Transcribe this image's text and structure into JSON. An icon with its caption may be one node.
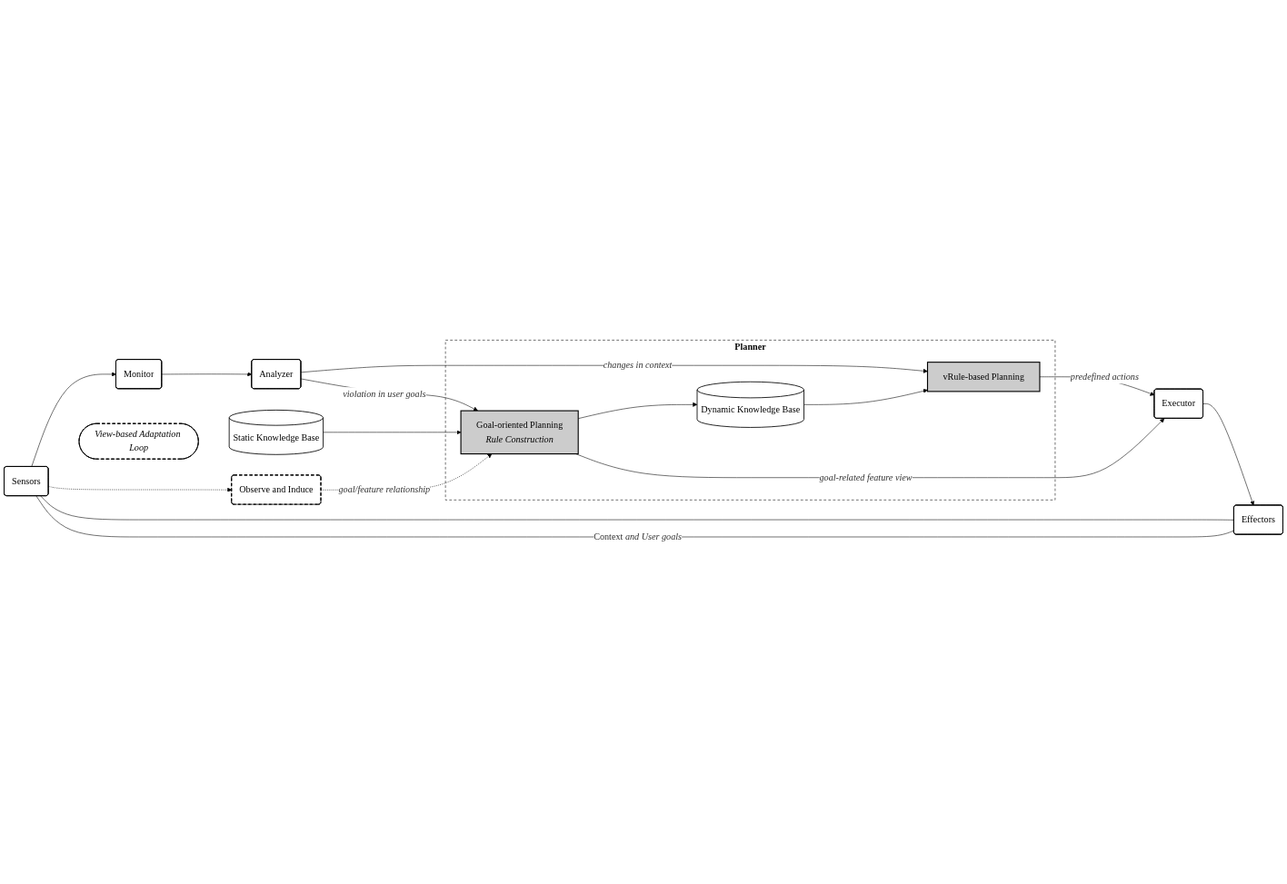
{
  "diagram": {
    "nodes": [
      {
        "text": [
          "Planner"
        ]
      },
      {
        "text": [
          "vRule-based Planning"
        ],
        "in": 0
      },
      {
        "text": [
          "Dynamic Knowledge Base"
        ],
        "in": 0
      },
      {
        "text": [
          "Goal-oriented Planning",
          "Rule Construction"
        ],
        "in": 0
      },
      {
        "text": [
          "Monitor"
        ]
      },
      {
        "text": [
          "Analyzer"
        ]
      },
      {
        "text": [
          "Executor"
        ]
      },
      {
        "text": [
          "Observe and Induce"
        ]
      },
      {
        "text": [
          "Static Knowledge Base"
        ]
      },
      {
        "text": [
          "View-based Adaptation Loop"
        ]
      },
      {
        "text": [
          "Sensors"
        ]
      },
      {
        "text": [
          "Effectors"
        ]
      }
    ],
    "edges": [
      {
        "from": 4,
        "to": 5,
        "arrow": "to"
      },
      {
        "from": 5,
        "to": 1,
        "arrow": "to",
        "label": "changes in context"
      },
      {
        "from": 5,
        "to": 3,
        "arrow": "to",
        "label": "violation in user goals"
      },
      {
        "from": 3,
        "to": 2,
        "arrow": "to"
      },
      {
        "from": 2,
        "to": 1,
        "arrow": "to"
      },
      {
        "from": 1,
        "to": 6,
        "arrow": "to",
        "label": "predefined actions"
      },
      {
        "from": 3,
        "to": 6,
        "arrow": "to",
        "label": "goal-related feature view"
      },
      {
        "from": 8,
        "to": 3,
        "arrow": "to"
      },
      {
        "from": 7,
        "to": 3,
        "arrow": "to",
        "label": "goal/feature relationship",
        "style": "dashed"
      },
      {
        "from": 10,
        "to": 4,
        "arrow": "to"
      },
      {
        "from": 10,
        "to": 7,
        "arrow": "to",
        "style": "dashed"
      },
      {
        "from": 6,
        "to": 11,
        "arrow": "to"
      },
      {
        "from": 10,
        "to": 11,
        "arrow": "none"
      },
      {
        "from": 10,
        "to": 11,
        "arrow": "none",
        "label": "Context *and User goals*"
      }
    ]
  }
}
